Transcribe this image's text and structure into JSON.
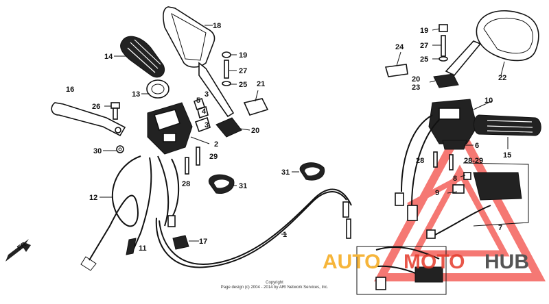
{
  "parts": [
    {
      "id": "p1",
      "label": "1"
    },
    {
      "id": "p2",
      "label": "2"
    },
    {
      "id": "p3a",
      "label": "3"
    },
    {
      "id": "p3b",
      "label": "3"
    },
    {
      "id": "p4",
      "label": "4"
    },
    {
      "id": "p5",
      "label": "5"
    },
    {
      "id": "p6",
      "label": "6"
    },
    {
      "id": "p7",
      "label": "7"
    },
    {
      "id": "p8",
      "label": "8"
    },
    {
      "id": "p9",
      "label": "9"
    },
    {
      "id": "p10",
      "label": "10"
    },
    {
      "id": "p11",
      "label": "11"
    },
    {
      "id": "p12",
      "label": "12"
    },
    {
      "id": "p13",
      "label": "13"
    },
    {
      "id": "p14",
      "label": "14"
    },
    {
      "id": "p15",
      "label": "15"
    },
    {
      "id": "p16",
      "label": "16"
    },
    {
      "id": "p17",
      "label": "17"
    },
    {
      "id": "p18",
      "label": "18"
    },
    {
      "id": "p19a",
      "label": "19"
    },
    {
      "id": "p19b",
      "label": "19"
    },
    {
      "id": "p20a",
      "label": "20"
    },
    {
      "id": "p20b",
      "label": "20"
    },
    {
      "id": "p21",
      "label": "21"
    },
    {
      "id": "p22",
      "label": "22"
    },
    {
      "id": "p23",
      "label": "23"
    },
    {
      "id": "p24",
      "label": "24"
    },
    {
      "id": "p25a",
      "label": "25"
    },
    {
      "id": "p25b",
      "label": "25"
    },
    {
      "id": "p26",
      "label": "26"
    },
    {
      "id": "p27a",
      "label": "27"
    },
    {
      "id": "p27b",
      "label": "27"
    },
    {
      "id": "p28a",
      "label": "28"
    },
    {
      "id": "p28b",
      "label": "28"
    },
    {
      "id": "p2829",
      "label": "28-29"
    },
    {
      "id": "p29",
      "label": "29"
    },
    {
      "id": "p30",
      "label": "30"
    },
    {
      "id": "p31a",
      "label": "31"
    },
    {
      "id": "p31b",
      "label": "31"
    }
  ],
  "direction_label": "FR.",
  "watermark": {
    "auto": "AUTO",
    "moto": "MOTO",
    "hub": "HUB",
    "color_auto": "#f6b53a",
    "color_moto": "#e43a2b",
    "color_hub": "#555555",
    "triangle_color": "#f24b45"
  },
  "copyright": {
    "line1": "Copyright",
    "line2": "Page design (c) 2004 - 2014 by ARI Network Services, Inc."
  }
}
